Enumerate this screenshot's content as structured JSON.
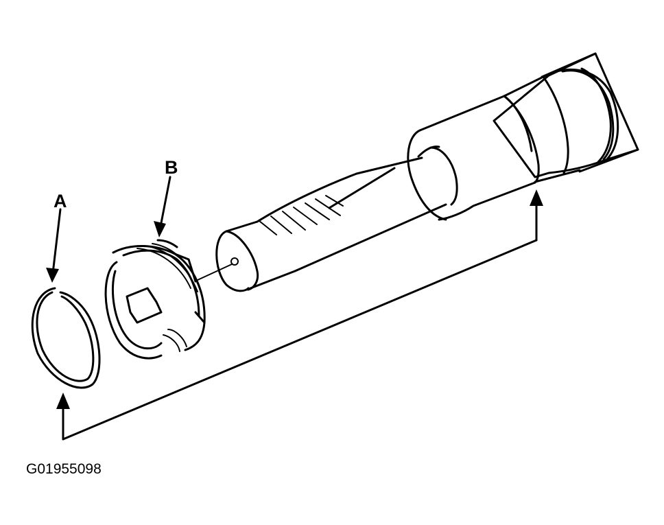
{
  "labels": {
    "a": "A",
    "b": "B"
  },
  "figure_id": "G01955098",
  "colors": {
    "line": "#000000",
    "background": "#ffffff"
  }
}
